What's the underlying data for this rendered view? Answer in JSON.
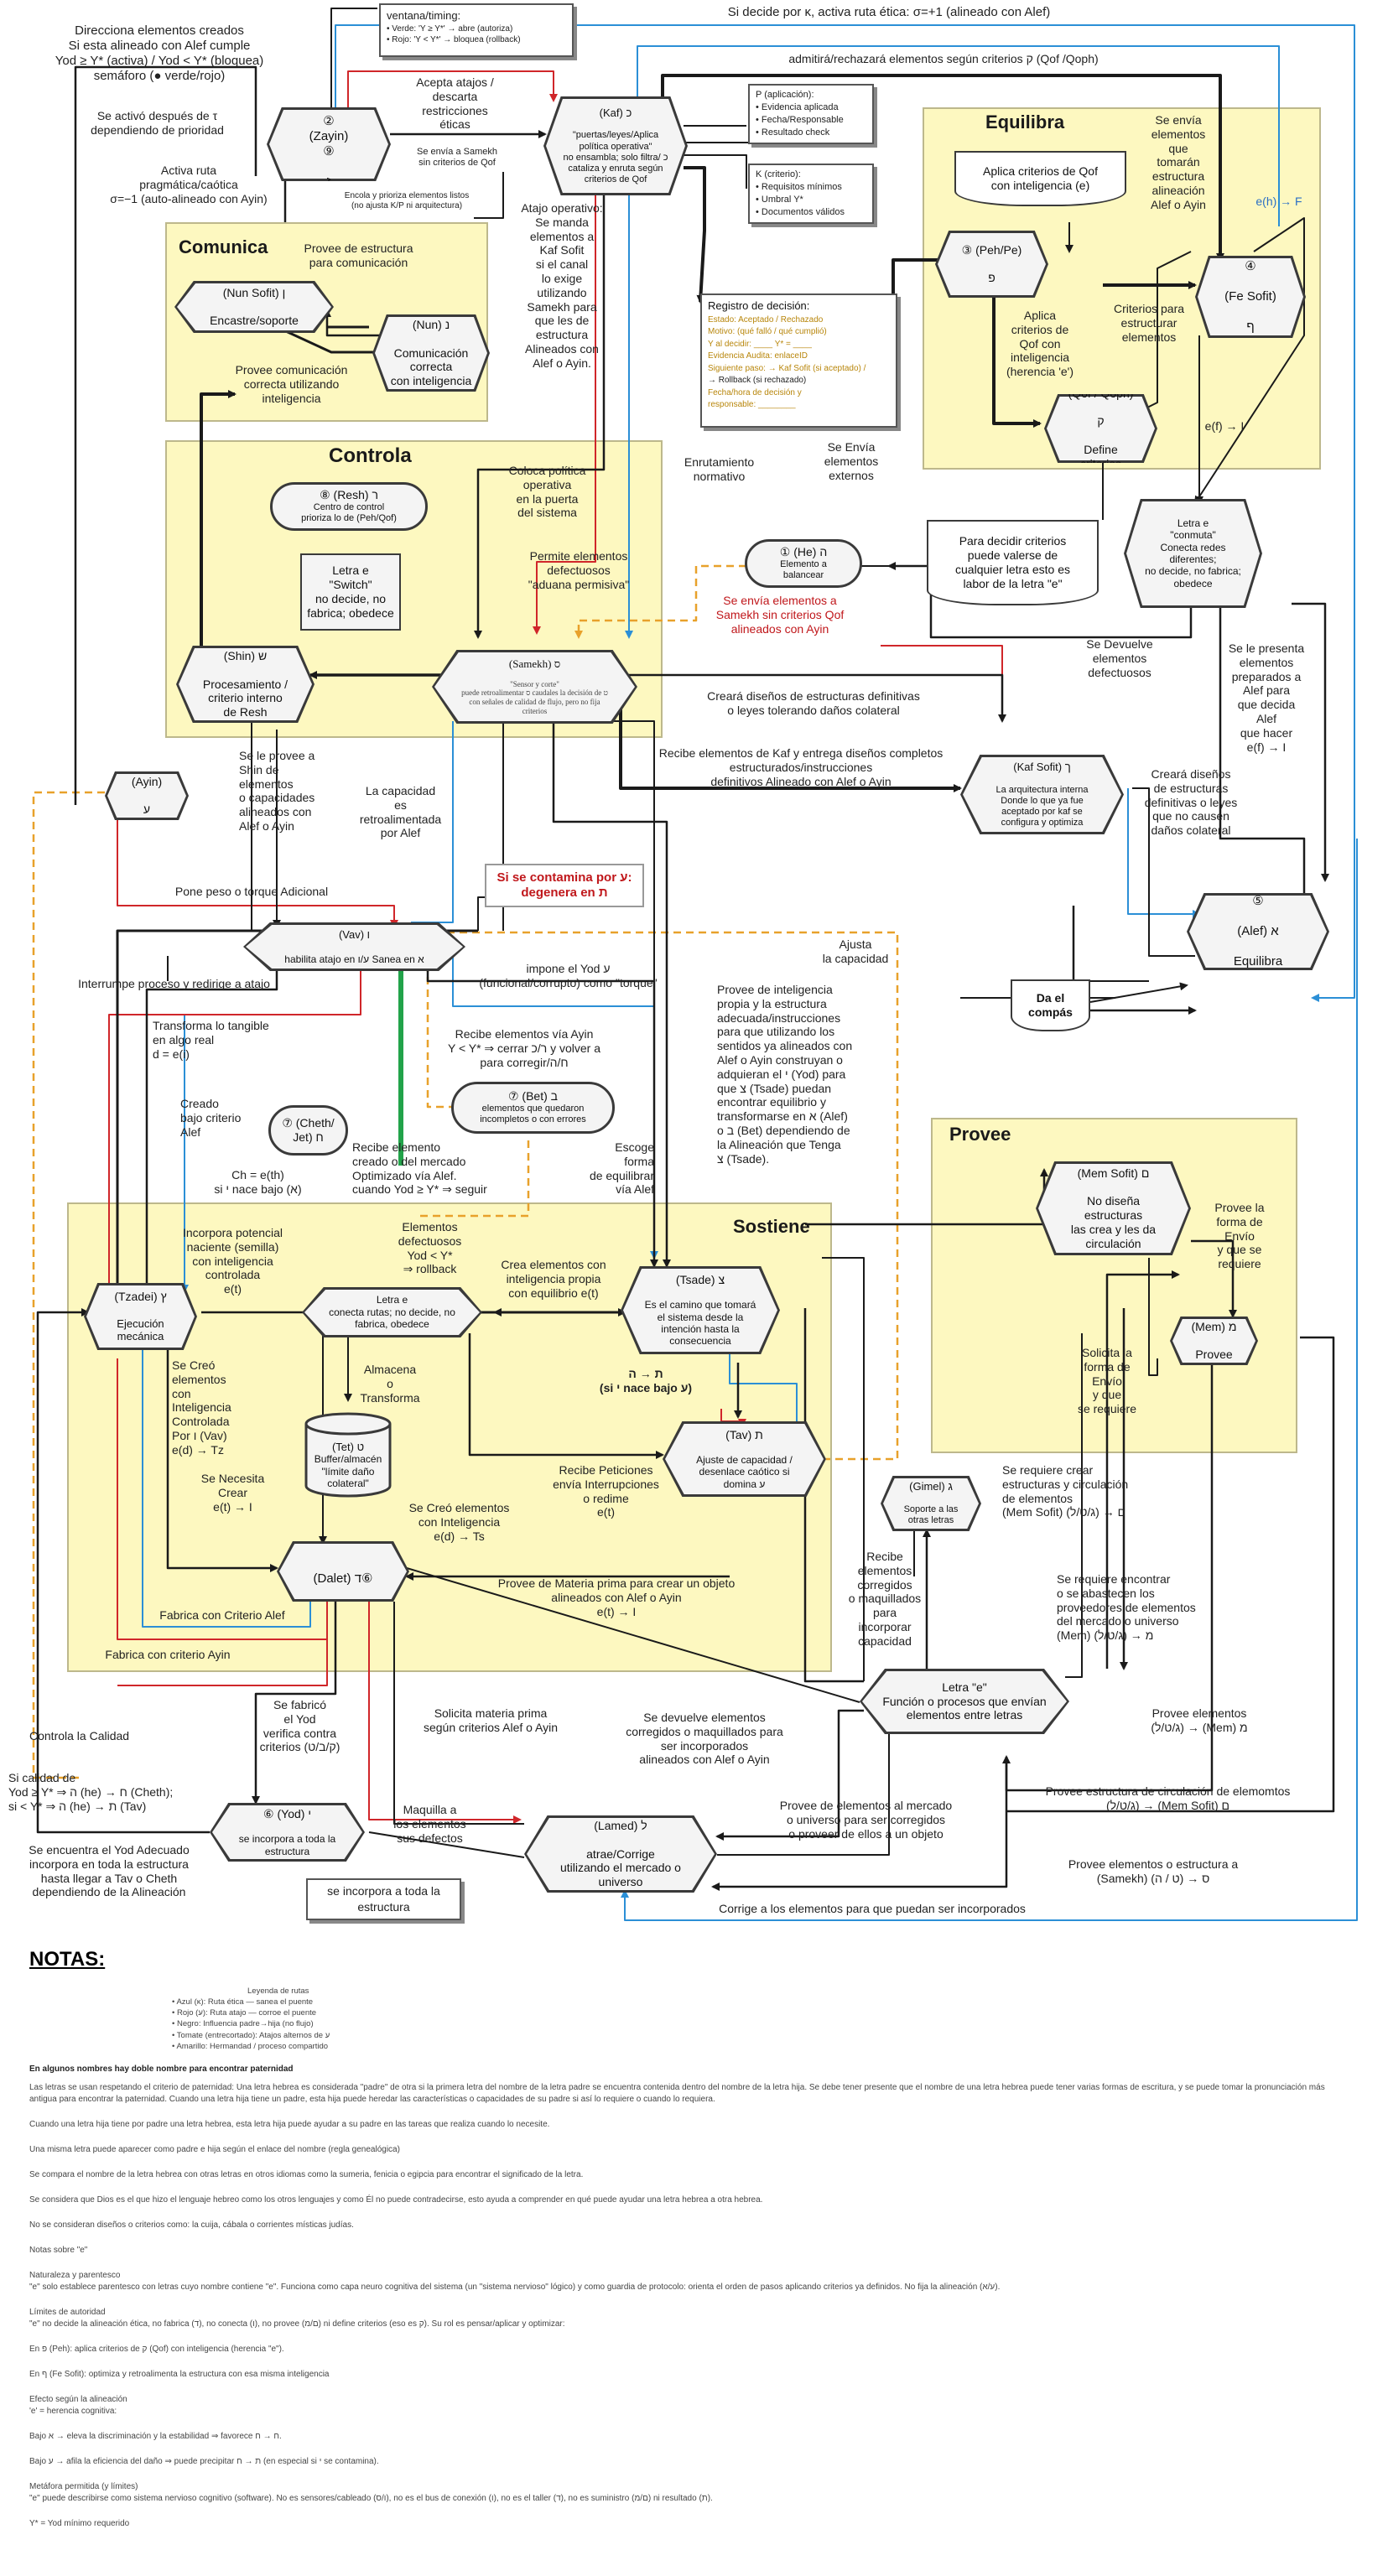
{
  "timing_box": {
    "title": "ventana/timing:",
    "lines": [
      "• Verde: 'Y ≥ Y*' → abre (autoriza)",
      "• Rojo: 'Y < Y*' → bloquea (rollback)"
    ]
  },
  "top_labels": {
    "red_route": "Si decide por κ, activa ruta ética: σ=+1 (alineado con Alef)",
    "admitira": "admitirá/rechazará elementos según criterios ק (Qof /Qoph)",
    "direcciona": "Direcciona elementos creados\nSi esta alineado con Alef cumple\nYod ≥ Y* (activa) / Yod < Y* (bloquea)\nsemáforo (● verde/rojo)",
    "activo_tau": "Se activó después de τ\ndependiendo de prioridad",
    "activa_ruta": "Activa ruta\npragmática/caótica\nσ=−1 (auto-alineado con Ayin)",
    "acepta_atajos": "Acepta atajos /\ndescarta\nrestricciones\néticas",
    "envia_samekh": "Se envía a Samekh\nsin criterios de Qof",
    "encola": "Encola y prioriza elementos listos\n(no ajusta K/P ni arquitectura)",
    "atajo_operativo": "Atajo operativo:\nSe manda\nelementos a\nKaf Sofit\nsi el canal\nlo exige\nutilizando\nSamekh para\nque les de\nestructura\nAlineados con\nAlef o Ayin."
  },
  "info_boxes": {
    "p_box": {
      "title": "P (aplicación):",
      "items": [
        "• Evidencia aplicada",
        "• Fecha/Responsable",
        "• Resultado check"
      ]
    },
    "k_box": {
      "title": "K (criterio):",
      "items": [
        "• Requisitos mínimos",
        "• Umbral Y*",
        "• Documentos válidos"
      ]
    },
    "registro": {
      "title": "Registro de decisión:",
      "lines": [
        "Estado: Aceptado / Rechazado",
        "Motivo: (qué falló / qué cumplió)",
        "Y al decidir: ____ Y* = ____",
        "Evidencia Audita: enlaceID",
        "Siguiente paso: → Kaf Sofit (si aceptado) /",
        "→ Rollback (si rechazado)",
        "Fecha/hora de decisión y",
        "responsable: ________"
      ]
    }
  },
  "zones": {
    "comunica": "Comunica",
    "controla": "Controla",
    "equilibra": "Equilibra",
    "sostiene": "Sostiene",
    "provee": "Provee"
  },
  "nodes": {
    "zayin": {
      "num": "②",
      "name": "(Zayin)",
      "glyph": "ז",
      "sym": "⑨"
    },
    "kaf": {
      "name": "(Kaf) כ",
      "desc": "\"puertas/leyes/Aplica\npolítica operativa\"\nno ensambla; solo filtra/ כ\ncataliza y enruta según\ncriterios de Qof"
    },
    "nun_sofit": {
      "name": "(Nun Sofit) ן",
      "desc": "Encastre/soporte"
    },
    "nun": {
      "name": "(Nun) נ",
      "desc": "Comunicación\ncorrecta\ncon inteligencia"
    },
    "resh": {
      "num": "⑧",
      "name": "(Resh) ר",
      "desc": "Centro de control\nprioriza lo de (Peh/Qof)"
    },
    "letra_e_switch": {
      "desc": "Letra e\n\"Switch\"\nno decide, no\nfabrica; obedece"
    },
    "shin": {
      "name": "(Shin) ש",
      "desc": "Procesamiento /\ncriterio interno\nde Resh"
    },
    "samekh": {
      "name": "(Samekh) ס",
      "desc": "\"Sensor y corte\"\npuede retroalimentar ס caudales la decisión de ט\ncon señales de calidad de flujo, pero no fija\ncriterios"
    },
    "ayin": {
      "name": "(Ayin)",
      "glyph": "ע"
    },
    "he": {
      "num": "①",
      "name": "(He) ה",
      "desc": "Elemento a\nbalancear"
    },
    "peh": {
      "num": "③",
      "name": "(Peh/Pe)",
      "glyph": "פ"
    },
    "fe_sofit": {
      "num": "④",
      "name": "(Fe Sofit)",
      "glyph": "ף"
    },
    "qof": {
      "name": "(Qof / Qoph)",
      "glyph": "ק",
      "desc": "Define\ncriterios"
    },
    "aplica_qof": {
      "desc": "Aplica criterios de Qof\ncon inteligencia (e)"
    },
    "letra_conmuta": {
      "desc": "Letra e\n\"conmuta\"\nConecta redes\ndiferentes;\nno decide, no fabrica;\nobedece"
    },
    "kaf_sofit": {
      "name": "(Kaf Sofit) ך",
      "desc": "La arquitectura interna\nDonde lo que ya fue\naceptado por kaf se\nconfigura y optimiza"
    },
    "alef": {
      "num": "⑤",
      "name": "(Alef) א",
      "desc": "Equilibra"
    },
    "compas": {
      "desc": "Da el\ncompás"
    },
    "vav": {
      "name": "(Vav) ו",
      "desc": "habilita atajo en ע/ו  Sanea en א"
    },
    "cheth": {
      "num": "⑦",
      "name": "(Cheth/\nJet) ח"
    },
    "bet": {
      "num": "⑦",
      "name": "(Bet) ב",
      "desc": "elementos que quedaron\nincompletos o con errores"
    },
    "tzadei": {
      "name": "(Tzadei) ץ",
      "desc": "Ejecución\nmecánica"
    },
    "letra_e_conecta": {
      "desc": "Letra e\nconecta rutas; no decide, no\nfabrica, obedece"
    },
    "tsade": {
      "name": "(Tsade) צ",
      "desc": "Es el camino que tomará\nel sistema desde la\nintención hasta la\nconsecuencia"
    },
    "tet": {
      "name": "(Tet) ט",
      "desc": "Buffer/almacén\n\"límite daño\ncolateral\""
    },
    "tav": {
      "name": "(Tav) ת",
      "desc": "Ajuste de capacidad /\ndesenlace caótico si\ndomina ע"
    },
    "dalet": {
      "name": "(Dalet) ד",
      "sym": "⑥"
    },
    "mem_sofit": {
      "name": "(Mem Sofit) ם",
      "desc": "No diseña\nestructuras\nlas crea y les da\ncirculación"
    },
    "mem": {
      "name": "(Mem) מ",
      "desc": "Provee"
    },
    "gimel": {
      "name": "(Gimel) ג",
      "desc": "Soporte a las\notras letras"
    },
    "letra_e_funcion": {
      "desc": "Letra \"e\"\nFunción o procesos que envían\nelementos entre letras"
    },
    "yod": {
      "num": "⑥",
      "name": "(Yod) י",
      "desc": "se incorpora a toda la\nestructura"
    },
    "yod_box": {
      "desc": "se incorpora a toda la\nestructura"
    },
    "lamed": {
      "name": "(Lamed) ל",
      "desc": "atrae/Corrige\nutilizando el mercado o\nuniverso"
    }
  },
  "labels": {
    "provee_estructura": "Provee de estructura\npara comunicación",
    "provee_comunicacion": "Provee comunicación\ncorrecta utilizando\ninteligencia",
    "coloca_politica": "Coloca política\noperativa\nen la puerta\ndel sistema",
    "permite_elementos": "Permite elementos\ndefectuosos\n\"aduana permisiva\"",
    "enrutamiento": "Enrutamiento\nnormativo",
    "se_envia_ext": "Se Envía\nelementos\nexternos",
    "se_envia_samekh_red": "Se envía elementos a\nSamekh sin criterios Qof\nalineados con Ayin",
    "criterios_estructurar": "Criterios para\nestructurar\nelementos",
    "se_envia_tomaran": "Se envía\nelementos\nque\ntomarán\nestructura\nalineación\nAlef o Ayin",
    "aplica_criterios": "Aplica\ncriterios de\nQof con\ninteligencia\n(herencia 'e')",
    "e_h_f": "e(h) → F",
    "e_f_i": "e(f) → I",
    "para_decidir": "Para decidir criterios\npuede valerse de\ncualquier letra esto es\nlabor de la letra \"e\"",
    "se_devuelve": "Se Devuelve\nelementos\ndefectuosos",
    "se_presenta": "Se le presenta\nelementos\npreparados a\nAlef para\nque decida\nAlef\nque hacer\ne(f) → I",
    "creara_disenos_1": "Creará diseños de estructuras definitivas\no leyes tolerando daños colateral",
    "recibe_kaf": "Recibe elementos de Kaf y entrega diseños completos\nestructurados/instrucciones\ndefinitivos Alineado con Alef o Ayin",
    "creara_disenos_2": "Creará diseños\nde estructuras\ndefinitivas o leyes\nque no causen\ndaños colateral",
    "se_provee_shin": "Se le provee a\nShin de\nelementos\no capacidades\nalineados con\nAlef o Ayin",
    "capacidad_retro": "La capacidad\nes\nretroalimentada\npor Alef",
    "contamina": "Si se contamina por ע:\ndegenera en ת",
    "pone_peso": "Pone peso o torque Adicional",
    "ajusta_capacidad": "Ajusta\nla capacidad",
    "interrumpe": "Interrumpe proceso y redirige a atajo",
    "impone_yod": "impone el Yod ע\n(funcional/corrupto) como \"torque\"",
    "transforma": "Transforma lo  tangible\nen algo real\nd = e(i)",
    "recibe_ayin": "Recibe elementos vía Ayin\nY < Y* ⇒ cerrar ר/כ y volver a\npara corregir/ח/ה",
    "creado_alef": "Creado\nbajo criterio\nAlef",
    "ch_eth": "Ch = e(th)\nsi י nace bajo (א)",
    "recibe_creado": "Recibe elemento\ncreado o del mercado\nOptimizado vía Alef.\ncuando Yod ≥ Y* ⇒ seguir",
    "escoge_forma": "Escoge\nforma\nde equilibrar\nvía Alef",
    "provee_inteligencia": "Provee de inteligencia\npropia y la estructura\nadecuada/instrucciones\npara que utilizando los\nsentidos ya alineados con\nAlef o Ayin construyan o\nadquieran el י (Yod) para\nque צ (Tsade) puedan\nencontrar equilibrio y\ntransformarse en א (Alef)\no ב (Bet) dependiendo de\nla Alineación que Tenga\nצ (Tsade).",
    "incorpora_potencial": "Incorpora potencial\nnaciente (semilla)\ncon inteligencia\ncontrolada\ne(t)",
    "elementos_defectuosos": "Elementos\ndefectuosos\nYod < Y*\n⇒ rollback",
    "crea_elementos": "Crea elementos con\ninteligencia propia\ncon equilibrio e(t)",
    "tav_he": "ת → ה\n(si י nace bajo ע)",
    "almacena": "Almacena\no\nTransforma",
    "se_creo_tzadei": "Se Creó\nelementos\ncon\nInteligencia\nControlada\nPor ו (Vav)\ne(d) → Tz",
    "se_necesita": "Se Necesita\nCrear\ne(t) → I",
    "se_creo_ts": "Se Creó elementos\ncon Inteligencia\ne(d) → Ts",
    "recibe_peticiones": "Recibe Peticiones\nenvía Interrupciones\no redime\ne(t)",
    "provee_materia": "Provee de Materia prima para crear un objeto\nalineados con Alef o Ayin\ne(t) → I",
    "fabrica_alef": "Fabrica con Criterio Alef",
    "fabrica_ayin": "Fabrica con criterio Ayin",
    "provee_forma": "Provee la\nforma de\nEnvío\ny que se\nrequiere",
    "solicita_forma": "Solicita la\nforma de\nEnvío\ny que\nse requiere",
    "requiere_crear": "Se requiere crear\nestructuras y circulación\nde elementos\n(Mem Sofit) ם → (ג/ט/ל)",
    "requiere_encontrar": "Se requiere encontrar\no se abastecen los\nproveedores de elementos\ndel mercado o universo\n(Mem) מ → (ג/ט/ל)",
    "recibe_corregidos": "Recibe\nelementos\ncorregidos\no maquillados\npara\nincorporar\ncapacidad",
    "provee_mem": "Provee elementos\n(ג/ט/ל) → (Mem) מ",
    "provee_circulacion": "Provee estructura de circulación de elemomtos\n(ג/ט/ל) → (Mem Sofit) ם",
    "provee_samekh": "Provee elementos o estructura a\n(Samekh) ס → (ט / ה)",
    "controla_calidad": "Controla la Calidad",
    "se_fabrico": "Se fabricó\nel Yod\nverifica contra\ncriterios (ק/ב/ט)",
    "solicita_materia": "Solicita materia prima\nsegún criterios Alef o Ayin",
    "se_devuelve_corregidos": "Se devuelve elementos\ncorregidos o maquillados para\nser incorporados\nalineados con Alef o Ayin",
    "provee_mercado": "Provee de elementos al mercado\no universo para ser corregidos\no proveer de ellos a un objeto",
    "maquilla": "Maquilla a\nlos elementos\nsus defectos",
    "si_calidad": "Si calidad de\nYod ≥ Y* ⇒ ה (he) → ח (Cheth);\nsi < Y* ⇒ ה (he) → ת (Tav)",
    "se_encuentra": "Se encuentra el Yod Adecuado\nincorpora en toda la estructura\nhasta llegar a Tav o Cheth\ndependiendo de la Alineación",
    "corrige": "Corrige a los elementos para que puedan ser incorporados"
  },
  "notes": {
    "title": "NOTAS:",
    "legend_title": "Leyenda de rutas",
    "legend": [
      "Azul (κ): Ruta ética — sanea el puente",
      "Rojo (ע): Ruta atajo — corroe el puente",
      "Negro: Influencia padre→hija (no flujo)",
      "Tomate (entrecortado): Atajos alternos de ע",
      "Amarillo: Hermandad / proceso compartido"
    ],
    "paragraphs": [
      "En algunos nombres hay doble nombre para encontrar paternidad",
      "Las letras se usan respetando el criterio de paternidad: Una letra hebrea es considerada \"padre\" de otra si la primera letra del nombre de la letra padre se encuentra contenida dentro del nombre de la letra hija. Se debe tener presente que el nombre de una letra hebrea puede tener varias formas de escritura, y se puede tomar la pronunciación más antigua para encontrar la paternidad. Cuando una letra hija tiene un padre, esta hija puede heredar las características o capacidades de su padre si así lo requiere o cuando lo requiera.",
      "Cuando una letra hija tiene por padre una letra hebrea, esta letra hija puede ayudar a su padre en las tareas que realiza cuando lo necesite.",
      "Una misma letra puede aparecer como padre e hija según el enlace del nombre (regla genealógica)",
      "Se compara el nombre de la letra hebrea con otras letras en otros idiomas como la sumeria, fenicia o egipcia para encontrar el significado de la letra.",
      "Se considera que Dios es el que hizo el lenguaje hebreo como los otros lenguajes y como Él no puede contradecirse, esto ayuda a comprender en qué puede ayudar una letra hebrea a otra hebrea.",
      "No se consideran diseños o criterios como: la cuija, cábala o corrientes místicas judías.",
      "Notas sobre \"e\"",
      "Naturaleza y parentesco\n\"e\" solo establece parentesco con letras cuyo nombre contiene \"e\". Funciona como capa neuro cognitiva del sistema (un \"sistema nervioso\" lógico) y como guardia de protocolo: orienta el orden de pasos aplicando criterios ya definidos. No fija la alineación (ע/א).",
      "Límites de autoridad\n\"e\" no decide la alineación ética, no fabrica (ד), no conecta (ו), no provee (ם/מ) ni define criterios (eso es ק). Su rol es pensar/aplicar y optimizar:",
      "En פ (Peh): aplica criterios de ק (Qof) con inteligencia (herencia \"e\").",
      "En ף (Fe Sofit): optimiza y retroalimenta la estructura con esa misma inteligencia",
      "Efecto según la alineación\n'e' = herencia cognitiva:",
      "Bajo א → eleva la discriminación y la estabilidad ⇒ favorece ח → ח.",
      "Bajo ע → afila la eficiencia del daño ⇒ puede precipitar ת → ח (en especial si י se contamina).",
      "Metáfora permitida (y límites)\n\"e\" puede describirse como sistema nervioso cognitivo (software). No es sensores/cableado (ו/ס), no es el bus de conexión (ו), no es el taller (ד), no es suministro (ם/מ) ni resultado (ת).",
      "Y* = Yod mínimo requerido"
    ]
  },
  "colors": {
    "zone_fill": "#fdf8c0",
    "black_arrow": "#1a1a1a",
    "blue_route": "#2b8fd6",
    "red_route": "#d0262a",
    "orange_dashed": "#e8a12b",
    "green_arrow": "#22a34a"
  }
}
